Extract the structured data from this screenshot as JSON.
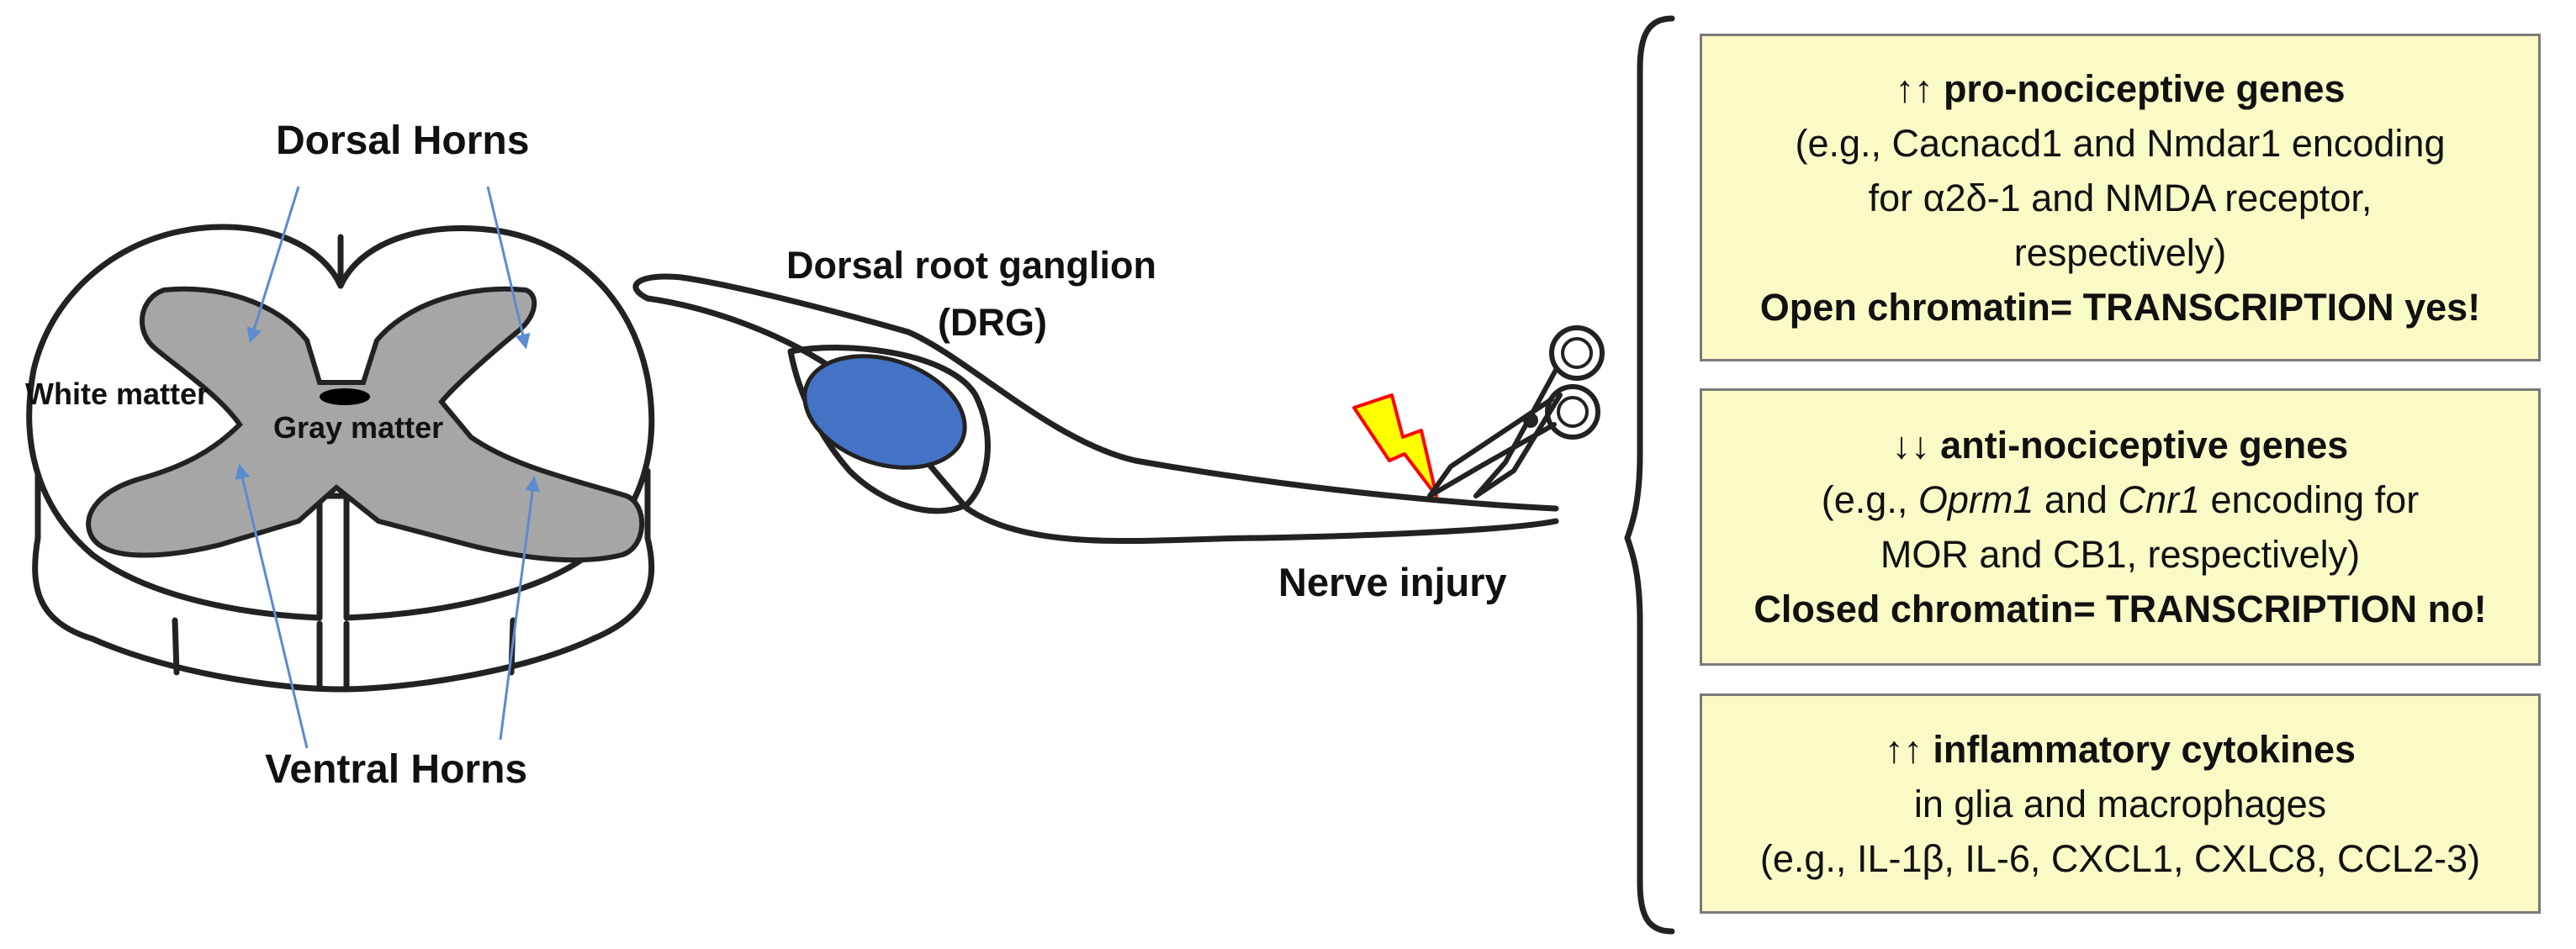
{
  "labels": {
    "dorsal_horns": "Dorsal Horns",
    "ventral_horns": "Ventral Horns",
    "white_matter": "White matter",
    "gray_matter": "Gray matter",
    "drg_line1": "Dorsal root ganglion",
    "drg_line2": "(DRG)",
    "nerve_injury": "Nerve injury"
  },
  "boxes": {
    "pro": {
      "heading": "↑↑ pro-nociceptive genes",
      "line2": "(e.g., Cacnacd1 and Nmdar1 encoding",
      "line3": "for α2δ-1 and NMDA receptor,",
      "line4": "respectively)",
      "line5": "Open chromatin= TRANSCRIPTION yes!"
    },
    "anti": {
      "heading": "↓↓ anti-nociceptive genes",
      "line2_pre": "(e.g., ",
      "gene1": "Oprm1",
      "line2_mid": " and ",
      "gene2": "Cnr1",
      "line2_post": " encoding for",
      "line3": "MOR and CB1, respectively)",
      "line4": "Closed chromatin= TRANSCRIPTION no!"
    },
    "inflam": {
      "heading": "↑↑ inflammatory cytokines",
      "line2": "in glia and macrophages",
      "line3": "(e.g., IL-1β, IL-6, CXCL1, CXLC8, CCL2-3)"
    }
  },
  "colors": {
    "gray_matter": "#a6a6a6",
    "drg": "#4472c4",
    "box_fill": "#fafac6",
    "pointer": "#5b8bd0",
    "bolt_fill": "#ffff00",
    "bolt_stroke": "#ff0000"
  },
  "icons": [
    "lightning-bolt-icon",
    "scissors-icon"
  ]
}
